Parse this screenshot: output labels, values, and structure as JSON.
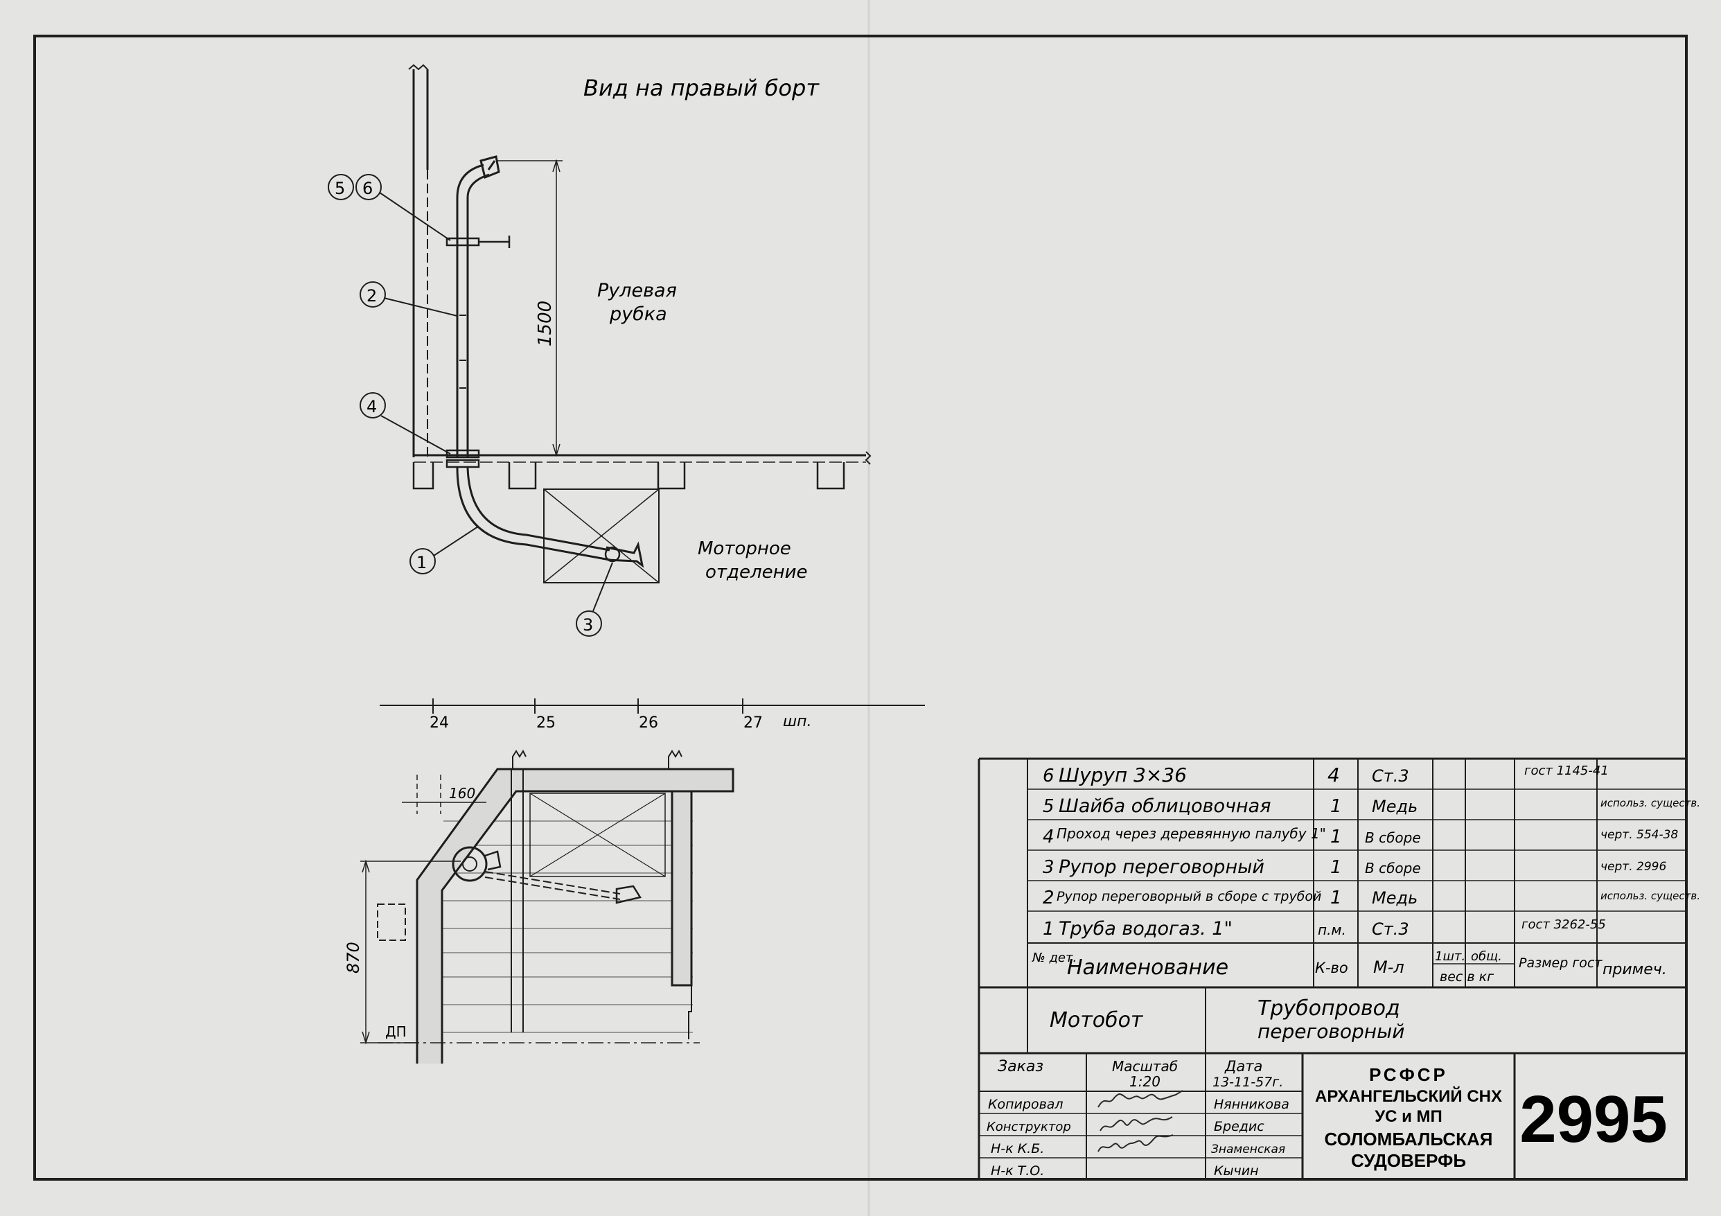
{
  "view_title": "Вид на правый борт",
  "labels": {
    "wheelhouse_line1": "Рулевая",
    "wheelhouse_line2": "рубка",
    "engine_line1": "Моторное",
    "engine_line2": "отделение"
  },
  "dimensions": {
    "height_1500": "1500",
    "height_870": "870",
    "offset_160": "160",
    "dp": "ДП"
  },
  "callouts": [
    "1",
    "2",
    "3",
    "4",
    "5",
    "6"
  ],
  "frames": {
    "ticks": [
      "24",
      "25",
      "26",
      "27"
    ],
    "unit": "шп."
  },
  "spec_table": {
    "rows": [
      {
        "no": "6",
        "name": "Шуруп 3×36",
        "qty": "4",
        "material": "Ст.3",
        "size": "гост 1145-41",
        "note": ""
      },
      {
        "no": "5",
        "name": "Шайба облицовочная",
        "qty": "1",
        "material": "Медь",
        "size": "",
        "note": "использ. существ."
      },
      {
        "no": "4",
        "name": "Проход через деревянную палубу 1\"",
        "qty": "1",
        "material": "В сборе",
        "size": "",
        "note": "черт. 554-38"
      },
      {
        "no": "3",
        "name": "Рупор переговорный",
        "qty": "1",
        "material": "В сборе",
        "size": "",
        "note": "черт. 2996"
      },
      {
        "no": "2",
        "name": "Рупор переговорный в сборе с трубой",
        "qty": "1",
        "material": "Медь",
        "size": "",
        "note": "использ. существ."
      },
      {
        "no": "1",
        "name": "Труба водогаз. 1\"",
        "qty": "п.м.",
        "material": "Ст.3",
        "size": "гост 3262-55",
        "note": ""
      }
    ],
    "header": {
      "no": "№ дет.",
      "name": "Наименование",
      "qty": "К-во",
      "material": "М-л",
      "unit_weight": "1шт.",
      "total_weight": "общ.",
      "weight_kg": "вес в кг",
      "size": "Размер гост",
      "note": "примеч."
    }
  },
  "title_block": {
    "object": "Мотобот",
    "title_line1": "Трубопровод",
    "title_line2": "переговорный",
    "order_label": "Заказ",
    "scale_label": "Масштаб",
    "scale_value": "1:20",
    "date_label": "Дата",
    "date_value": "13-11-57г.",
    "roles": [
      "Копировал",
      "Конструктор",
      "Н-к К.Б.",
      "Н-к Т.О."
    ],
    "names": [
      "Нянникова",
      "Бредис",
      "Знаменская",
      "Кычин"
    ],
    "org_line1": "РСФСР",
    "org_line2": "АРХАНГЕЛЬСКИЙ СНХ",
    "org_line3": "УС и МП",
    "org_line4": "СОЛОМБАЛЬСКАЯ",
    "org_line5": "СУДОВЕРФЬ",
    "drawing_no": "2995"
  }
}
